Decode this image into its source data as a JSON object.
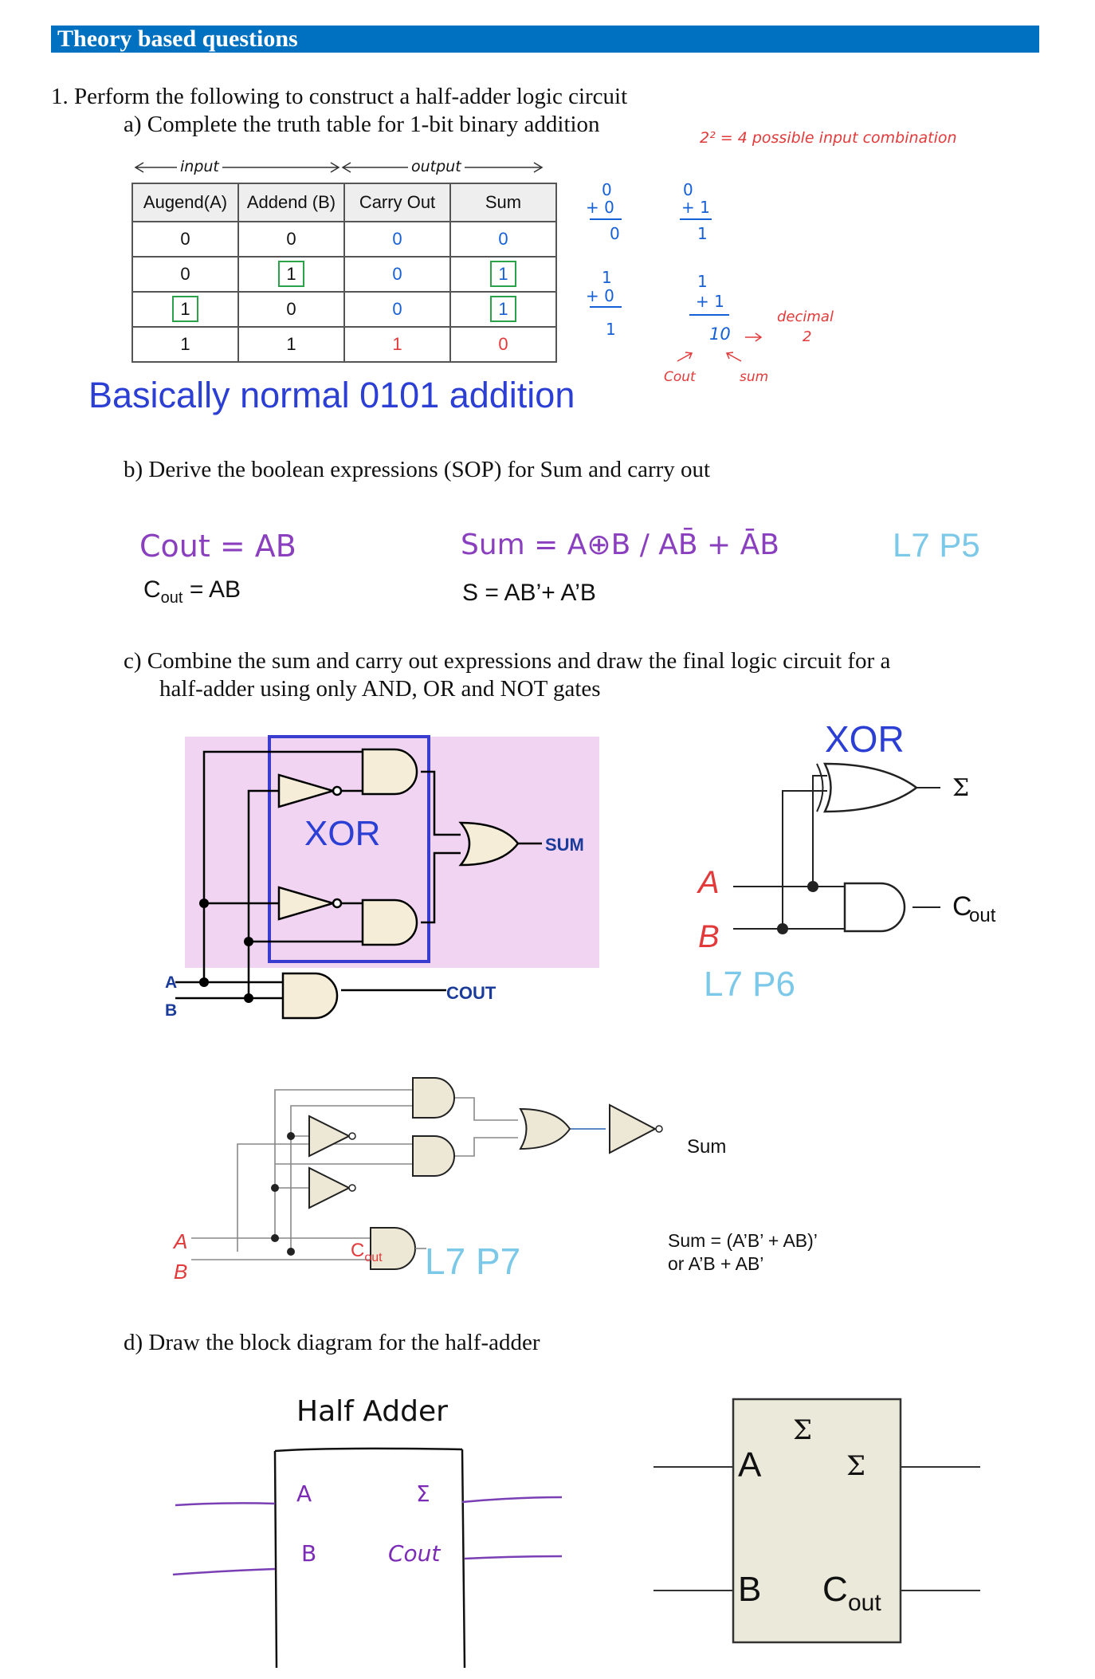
{
  "header": {
    "title": "Theory based questions"
  },
  "q1": {
    "intro": "1.  Perform the following to construct a half-adder logic circuit",
    "a": "a)  Complete the truth table for 1-bit binary addition",
    "b": "b)  Derive the boolean expressions (SOP) for Sum and carry out",
    "c_line1": "c)  Combine the sum and carry out expressions and draw the final logic circuit for a",
    "c_line2": "half-adder using only AND, OR and NOT gates",
    "d": "d)  Draw the block diagram for the half-adder"
  },
  "annotations": {
    "input": "input",
    "output": "output",
    "combos": "2² = 4 possible input combination",
    "decimal": "decimal",
    "two": "2",
    "cout": "Cout",
    "sum": "sum",
    "ten": "10",
    "basically": "Basically normal 0101 addition"
  },
  "truth_table": {
    "headers": [
      "Augend(A)",
      "Addend (B)",
      "Carry Out",
      "Sum"
    ],
    "rows": [
      [
        "0",
        "0",
        "0",
        "0"
      ],
      [
        "0",
        "1",
        "0",
        "1"
      ],
      [
        "1",
        "0",
        "0",
        "1"
      ],
      [
        "1",
        "1",
        "1",
        "0"
      ]
    ]
  },
  "expressions": {
    "cout_hand": "Cout  =   AB",
    "sum_hand": "Sum  =   A⊕B / AB̄ + ĀB",
    "ref1": "L7 P5",
    "cout_typed": "= AB",
    "sum_typed": "S = AB’+ A’B"
  },
  "circuits": {
    "xor_label": "XOR",
    "sum_label": "SUM",
    "cout_label": "COUT",
    "A": "A",
    "B": "B",
    "xor_label2": "XOR",
    "sigma": "Σ",
    "cout_sub": "out",
    "C": "C",
    "ref2": "L7 P6",
    "sum2": "Sum",
    "sum_eq1": "Sum = (A’B’ + AB)’",
    "sum_eq2": "or A’B + AB’",
    "ref3": "L7 P7"
  },
  "block": {
    "title": "Half Adder",
    "A": "A",
    "B": "B",
    "sigma": "Σ",
    "cout": "Cout",
    "sigma2": "Σ",
    "C": "C",
    "out": "out"
  }
}
